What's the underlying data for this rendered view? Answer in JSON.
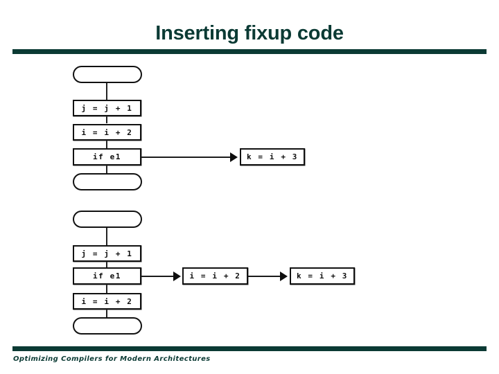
{
  "slide": {
    "title": "Inserting fixup code",
    "footer": "Optimizing Compilers for Modern Architectures",
    "accent_color": "#0b3a34",
    "background_color": "#ffffff",
    "ink_color": "#0d0d0d"
  },
  "diagrams": [
    {
      "name": "before-fixup",
      "main_chain": [
        {
          "id": "top-entry",
          "shape": "rounded",
          "label": ""
        },
        {
          "id": "top-stmt-1",
          "shape": "rect",
          "label": "j = j + 1"
        },
        {
          "id": "top-stmt-2",
          "shape": "rect",
          "label": "i = i + 2"
        },
        {
          "id": "top-stmt-3",
          "shape": "rect",
          "label": "if e1"
        },
        {
          "id": "top-exit",
          "shape": "rounded",
          "label": ""
        }
      ],
      "branch": [
        {
          "id": "top-branch-1",
          "shape": "rect",
          "label": "k = i + 3"
        }
      ],
      "edges": [
        {
          "from": "top-stmt-3",
          "to": "top-branch-1",
          "kind": "arrow"
        }
      ]
    },
    {
      "name": "after-fixup",
      "main_chain": [
        {
          "id": "bot-entry",
          "shape": "rounded",
          "label": ""
        },
        {
          "id": "bot-stmt-1",
          "shape": "rect",
          "label": "j = j + 1"
        },
        {
          "id": "bot-stmt-2",
          "shape": "rect",
          "label": "if e1"
        },
        {
          "id": "bot-stmt-3",
          "shape": "rect",
          "label": "i = i + 2"
        },
        {
          "id": "bot-exit",
          "shape": "rounded",
          "label": ""
        }
      ],
      "branch": [
        {
          "id": "bot-branch-1",
          "shape": "rect",
          "label": "i = i + 2"
        },
        {
          "id": "bot-branch-2",
          "shape": "rect",
          "label": "k = i + 3"
        }
      ],
      "edges": [
        {
          "from": "bot-stmt-2",
          "to": "bot-branch-1",
          "kind": "arrow"
        },
        {
          "from": "bot-branch-1",
          "to": "bot-branch-2",
          "kind": "arrow"
        }
      ]
    }
  ]
}
